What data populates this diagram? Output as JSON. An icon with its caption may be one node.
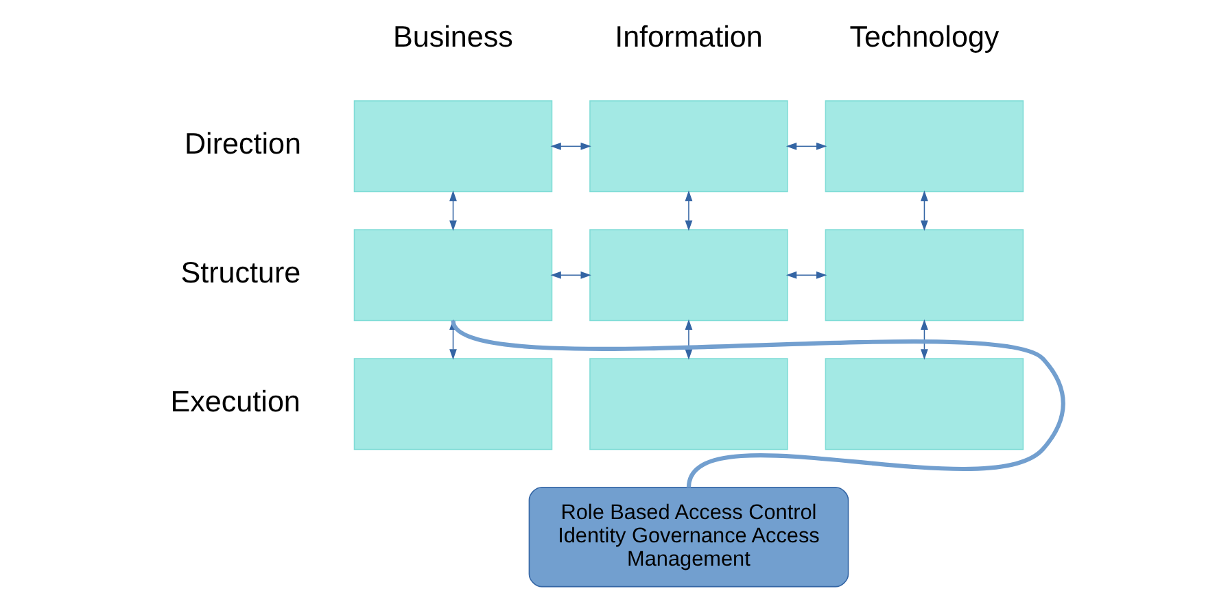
{
  "diagram": {
    "nodes": [
      {
        "text": [],
        "shape": "box"
      },
      {
        "text": [],
        "shape": "box"
      },
      {
        "text": [],
        "shape": "box"
      },
      {
        "text": [],
        "shape": "box"
      },
      {
        "text": [],
        "shape": "box"
      },
      {
        "text": [],
        "shape": "box"
      },
      {
        "text": [],
        "shape": "box"
      },
      {
        "text": [],
        "shape": "box"
      },
      {
        "text": [],
        "shape": "box"
      },
      {
        "text": [
          "Role Based Access Control Identity Governance Access Management"
        ]
      }
    ],
    "edges": [
      {
        "from": 0,
        "to": 1,
        "arrow": "both"
      },
      {
        "from": 1,
        "to": 2,
        "arrow": "both"
      },
      {
        "from": 0,
        "to": 3,
        "arrow": "both"
      },
      {
        "from": 1,
        "to": 4,
        "arrow": "both"
      },
      {
        "from": 2,
        "to": 5,
        "arrow": "both"
      },
      {
        "from": 3,
        "to": 4,
        "arrow": "both"
      },
      {
        "from": 4,
        "to": 5,
        "arrow": "both"
      },
      {
        "from": 3,
        "to": 6,
        "arrow": "both"
      },
      {
        "from": 4,
        "to": 7,
        "arrow": "both"
      },
      {
        "from": 5,
        "to": 8,
        "arrow": "both"
      },
      {
        "from": 9,
        "to": 3,
        "arrow": "none",
        "style": "thick",
        "color": "#729fcf"
      }
    ],
    "labels": [
      "Business",
      "Information",
      "Technology",
      "Direction",
      "Structure",
      "Execution"
    ]
  }
}
